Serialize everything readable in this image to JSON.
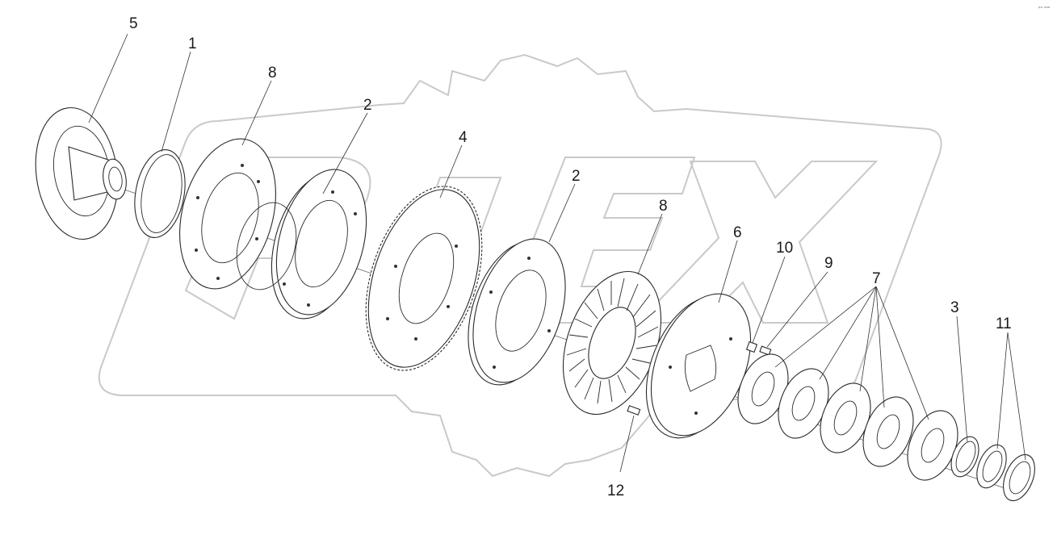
{
  "watermark": {
    "text": "PIEX",
    "color": "#c9c9c9"
  },
  "corner_mark": "ᵖᵒ ᵒᵒᵒ",
  "parts": [
    {
      "id": "part-5",
      "label": "5",
      "name": "flange-hub"
    },
    {
      "id": "part-1",
      "label": "1",
      "name": "spacer-ring"
    },
    {
      "id": "part-8a",
      "label": "8",
      "name": "friction-plate"
    },
    {
      "id": "part-2a",
      "label": "2",
      "name": "pressure-disc"
    },
    {
      "id": "part-4",
      "label": "4",
      "name": "sprocket"
    },
    {
      "id": "part-2b",
      "label": "2",
      "name": "pressure-disc"
    },
    {
      "id": "part-8b",
      "label": "8",
      "name": "friction-disc"
    },
    {
      "id": "part-6",
      "label": "6",
      "name": "backing-plate"
    },
    {
      "id": "part-10",
      "label": "10",
      "name": "nut"
    },
    {
      "id": "part-9",
      "label": "9",
      "name": "bolt"
    },
    {
      "id": "part-7",
      "label": "7",
      "name": "spring-washers"
    },
    {
      "id": "part-3",
      "label": "3",
      "name": "retaining-ring"
    },
    {
      "id": "part-11",
      "label": "11",
      "name": "lock-nut"
    },
    {
      "id": "part-12",
      "label": "12",
      "name": "pin"
    }
  ]
}
